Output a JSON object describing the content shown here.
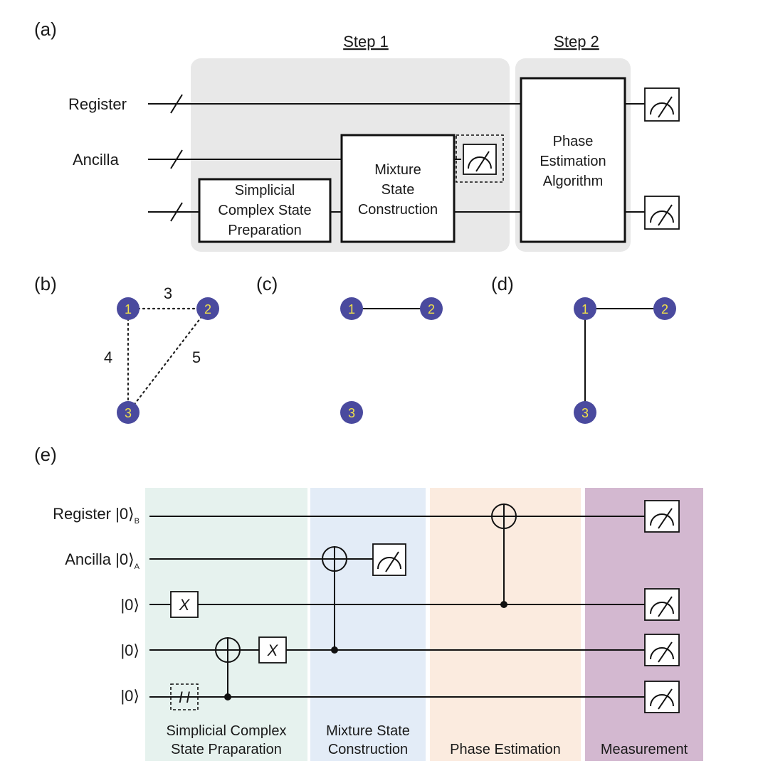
{
  "panels": {
    "a": "(a)",
    "b": "(b)",
    "c": "(c)",
    "d": "(d)",
    "e": "(e)"
  },
  "panel_a": {
    "step1": "Step 1",
    "step2": "Step 2",
    "wires": {
      "register": "Register",
      "ancilla": "Ancilla"
    },
    "boxes": {
      "prep": [
        "Simplicial",
        "Complex State",
        "Preparation"
      ],
      "mixture": [
        "Mixture",
        "State",
        "Construction"
      ],
      "phase": [
        "Phase",
        "Estimation",
        "Algorithm"
      ]
    }
  },
  "graph_b": {
    "nodes": [
      "1",
      "2",
      "3"
    ],
    "weights": {
      "e12": "3",
      "e13": "4",
      "e23": "5"
    }
  },
  "graph_c": {
    "nodes": [
      "1",
      "2",
      "3"
    ]
  },
  "graph_d": {
    "nodes": [
      "1",
      "2",
      "3"
    ]
  },
  "panel_e": {
    "wires": {
      "register": "Register |0⟩",
      "register_sub": "B",
      "ancilla": "Ancilla |0⟩",
      "ancilla_sub": "A",
      "q1": "|0⟩",
      "q2": "|0⟩",
      "q3": "|0⟩"
    },
    "gates": {
      "x": "X",
      "h": "H"
    },
    "sections": {
      "prep": [
        "Simplicial Complex",
        "State Praparation"
      ],
      "mixture": [
        "Mixture State",
        "Construction"
      ],
      "phase": "Phase Estimation",
      "measure": "Measurement"
    },
    "colors": {
      "prep": "#e6f2ee",
      "mixture": "#e3ecf7",
      "phase": "#fbebdf",
      "measure": "#d3b8d0",
      "panel_a_bg": "#e8e8e8",
      "node": "#4a4a9e",
      "node_label": "#f2e24a"
    }
  }
}
